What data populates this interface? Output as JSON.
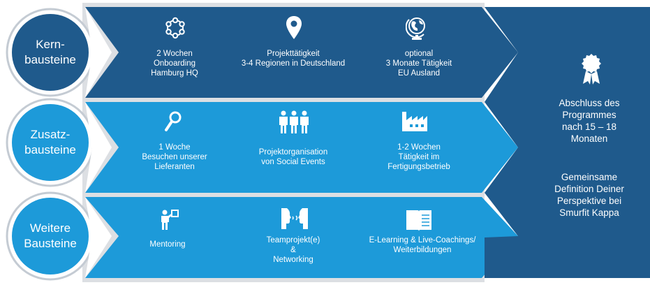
{
  "colors": {
    "dark_blue": "#1f5a8c",
    "light_blue": "#1d9ad9",
    "circle_border": "#bfc6cf",
    "shadow": "#d3d6da"
  },
  "rows": [
    {
      "circle_label": [
        "Kern-",
        "bausteine"
      ],
      "items": [
        {
          "icon": "network-circle-icon",
          "lines": [
            "2 Wochen",
            "Onboarding",
            "Hamburg HQ"
          ]
        },
        {
          "icon": "map-pin-icon",
          "lines": [
            "Projekttätigkeit",
            "3-4 Regionen in Deutschland"
          ]
        },
        {
          "icon": "globe-icon",
          "lines": [
            "optional",
            "3 Monate Tätigkeit",
            "EU Ausland"
          ]
        }
      ]
    },
    {
      "circle_label": [
        "Zusatz-",
        "bausteine"
      ],
      "items": [
        {
          "icon": "magnifier-icon",
          "lines": [
            "1 Woche",
            "Besuchen unserer",
            "Lieferanten"
          ]
        },
        {
          "icon": "people-group-icon",
          "lines": [
            "Projektorganisation",
            "von Social Events"
          ]
        },
        {
          "icon": "factory-icon",
          "lines": [
            "1-2 Wochen",
            "Tätigkeit im",
            "Fertigungsbetrieb"
          ]
        }
      ]
    },
    {
      "circle_label": [
        "Weitere",
        "Bausteine"
      ],
      "items": [
        {
          "icon": "mentor-board-icon",
          "lines": [
            "Mentoring"
          ]
        },
        {
          "icon": "two-heads-talking-icon",
          "lines": [
            "Teamprojekt(e)",
            "&",
            "Networking"
          ]
        },
        {
          "icon": "open-book-icon",
          "lines": [
            "E-Learning & Live-Coachings/",
            "Weiterbildungen"
          ]
        }
      ]
    }
  ],
  "summary": {
    "icon": "award-badge-icon",
    "block1": [
      "Abschluss des",
      "Programmes",
      "nach 15 – 18",
      "Monaten"
    ],
    "block2": [
      "Gemeinsame",
      "Definition Deiner",
      "Perspektive bei",
      "Smurfit Kappa"
    ]
  }
}
